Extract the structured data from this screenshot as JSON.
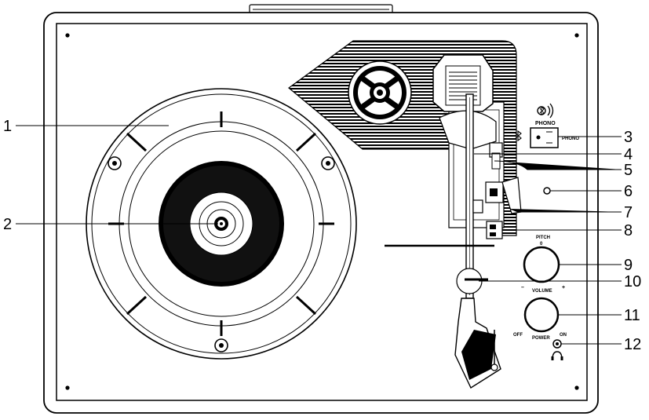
{
  "callouts": [
    "1",
    "2",
    "3",
    "4",
    "5",
    "6",
    "7",
    "8",
    "9",
    "10",
    "11",
    "12"
  ],
  "panel_labels": {
    "phono_top": "PHONO",
    "phono_side": "PHONO",
    "pitch": "PITCH",
    "pitch_zero": "0",
    "volume": "VOLUME",
    "minus": "–",
    "plus": "+",
    "off": "OFF",
    "power": "POWER",
    "on": "ON"
  },
  "icons": [
    "bluetooth-speaker-icon",
    "bluetooth-icon",
    "headphones-icon"
  ]
}
